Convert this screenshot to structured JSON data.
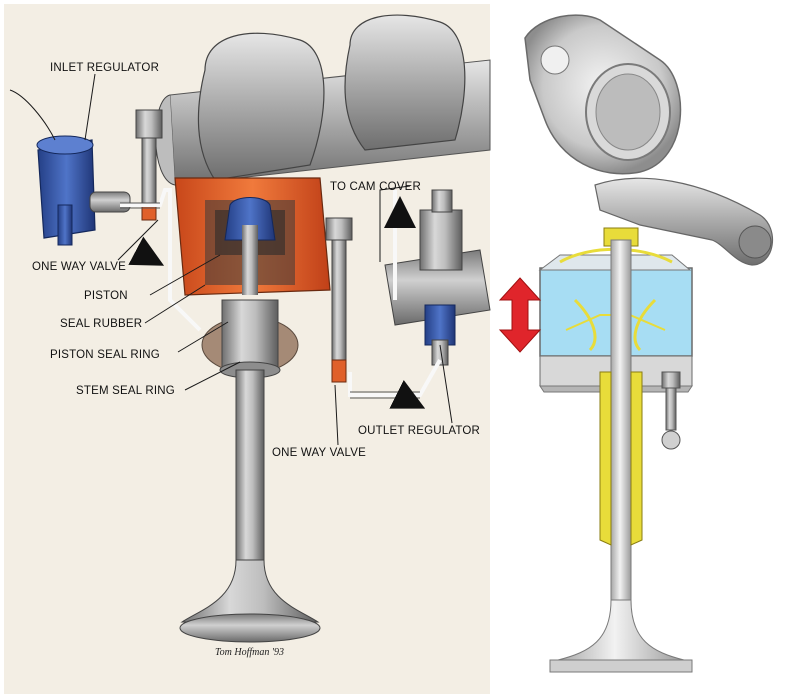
{
  "left_diagram": {
    "labels": {
      "inlet_regulator": "INLET REGULATOR",
      "one_way_valve_left": "ONE WAY VALVE",
      "piston": "PISTON",
      "seal_rubber": "SEAL RUBBER",
      "piston_seal_ring": "PISTON SEAL RING",
      "stem_seal_ring": "STEM SEAL RING",
      "to_cam_cover": "TO CAM COVER",
      "outlet_regulator": "OUTLET REGULATOR",
      "one_way_valve_right": "ONE WAY VALVE"
    },
    "signature": "Tom Hoffman '93"
  },
  "colors": {
    "background_left": "#f3eee4",
    "chamber_orange": "#e0602a",
    "regulator_blue": "#2f4f9a",
    "hydraulic_cyan": "#8fd3f0",
    "collet_yellow": "#e8dc3a",
    "arrow_red": "#e0252b",
    "metal_grey": "#9a9a9a"
  }
}
